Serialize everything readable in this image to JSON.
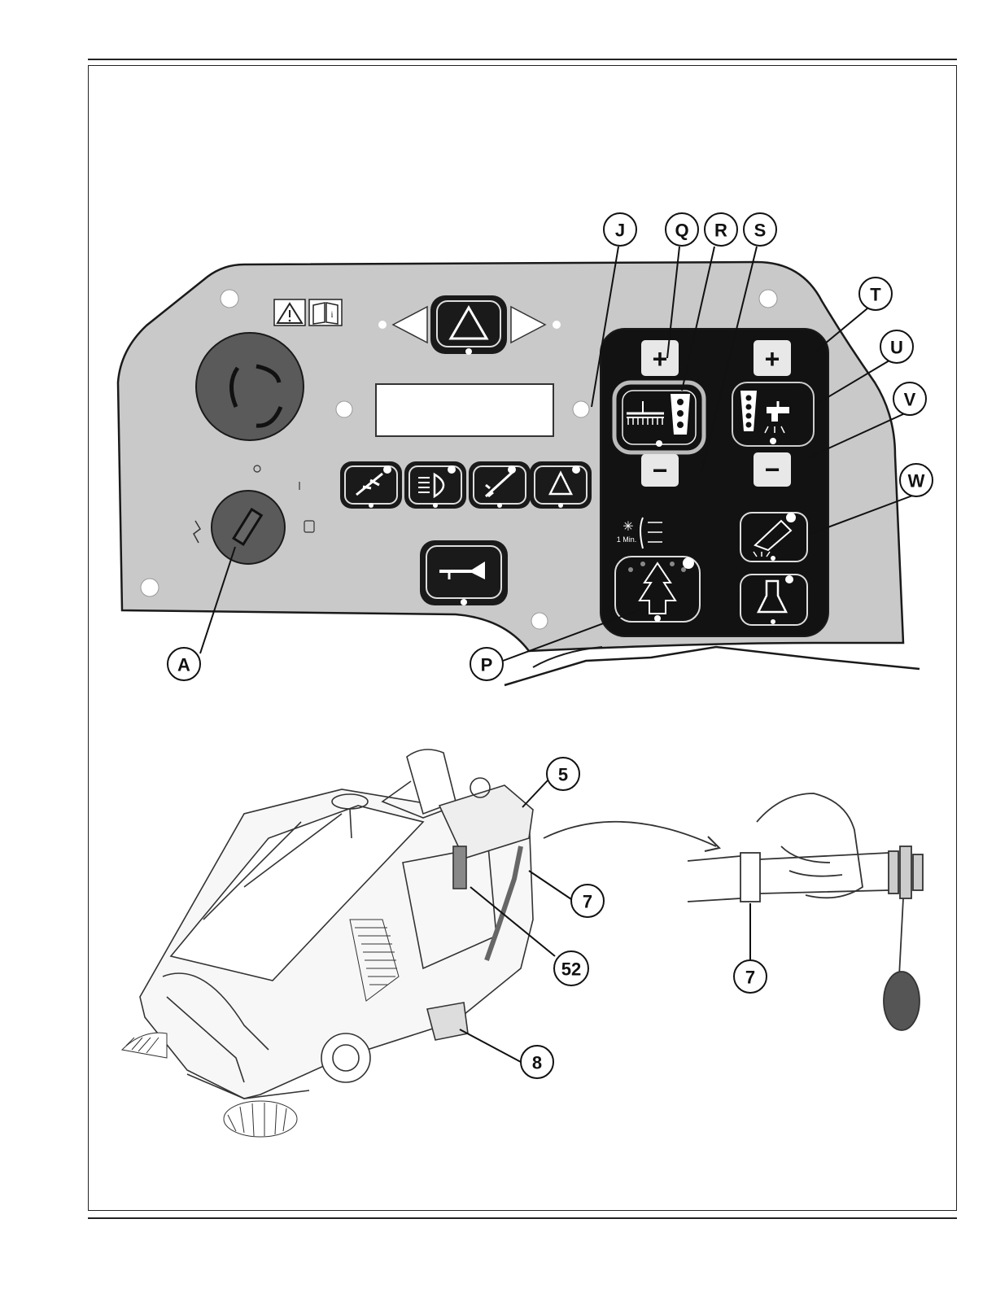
{
  "callouts": {
    "A": "A",
    "J": "J",
    "Q": "Q",
    "R": "R",
    "S": "S",
    "T": "T",
    "U": "U",
    "V": "V",
    "W": "W",
    "P": "P",
    "n5": "5",
    "n7a": "7",
    "n7b": "7",
    "n52": "52",
    "n8": "8"
  },
  "panel": {
    "plus_left": "+",
    "minus_left": "−",
    "plus_right": "+",
    "minus_right": "−",
    "timer_label": "1 Min."
  },
  "colors": {
    "panel": "#c9c9c9",
    "keypad": "#121212",
    "outline": "#1a1a1a",
    "knob": "#5a5a5a"
  },
  "icons": [
    "warning-icon",
    "manual-icon",
    "hazard-triangle-icon",
    "arrow-left-icon",
    "arrow-right-icon",
    "emergency-stop-icon",
    "ignition-key-icon",
    "horn-icon",
    "brush-icon",
    "water-tap-icon",
    "recycle-icon",
    "tree-arrow-icon",
    "beaker-icon"
  ]
}
